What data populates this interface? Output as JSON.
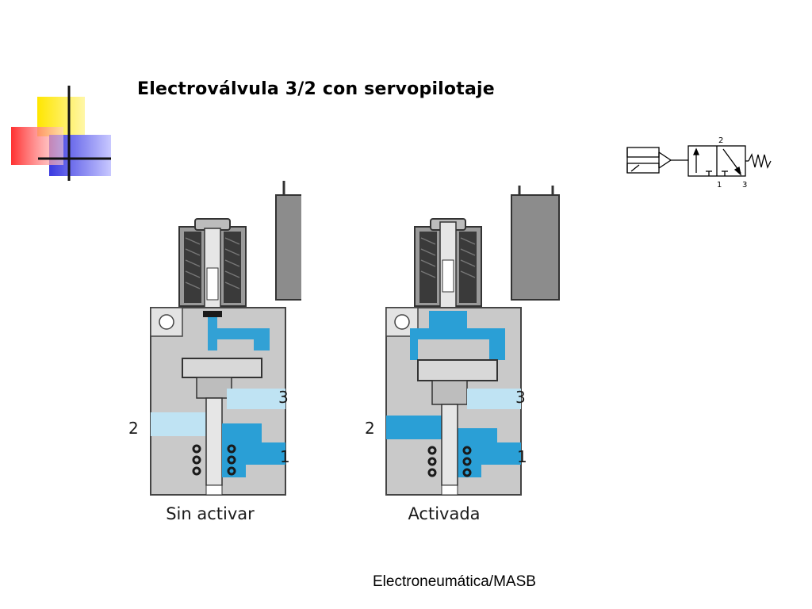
{
  "title": "Electroválvula 3/2 con servopilotaje",
  "symbol": {
    "port_2": "2",
    "port_1": "1",
    "port_3": "3"
  },
  "diagrams": [
    {
      "caption": "Sin activar",
      "ports": {
        "p3": "3",
        "p2": "2",
        "p1": "1"
      }
    },
    {
      "caption": "Activada",
      "ports": {
        "p3": "3",
        "p2": "2",
        "p1": "1"
      }
    }
  ],
  "footer": "Electroneumática/MASB",
  "colors": {
    "body_gray": "#c9c9c9",
    "pressure_blue": "#2a9fd6",
    "exhaust_lightblue": "#bfe3f3",
    "coil_dark": "#3a3a3a",
    "deco_yellow": "#ffe600",
    "deco_red": "#ff3030",
    "deco_blue": "#3a3ae0"
  }
}
